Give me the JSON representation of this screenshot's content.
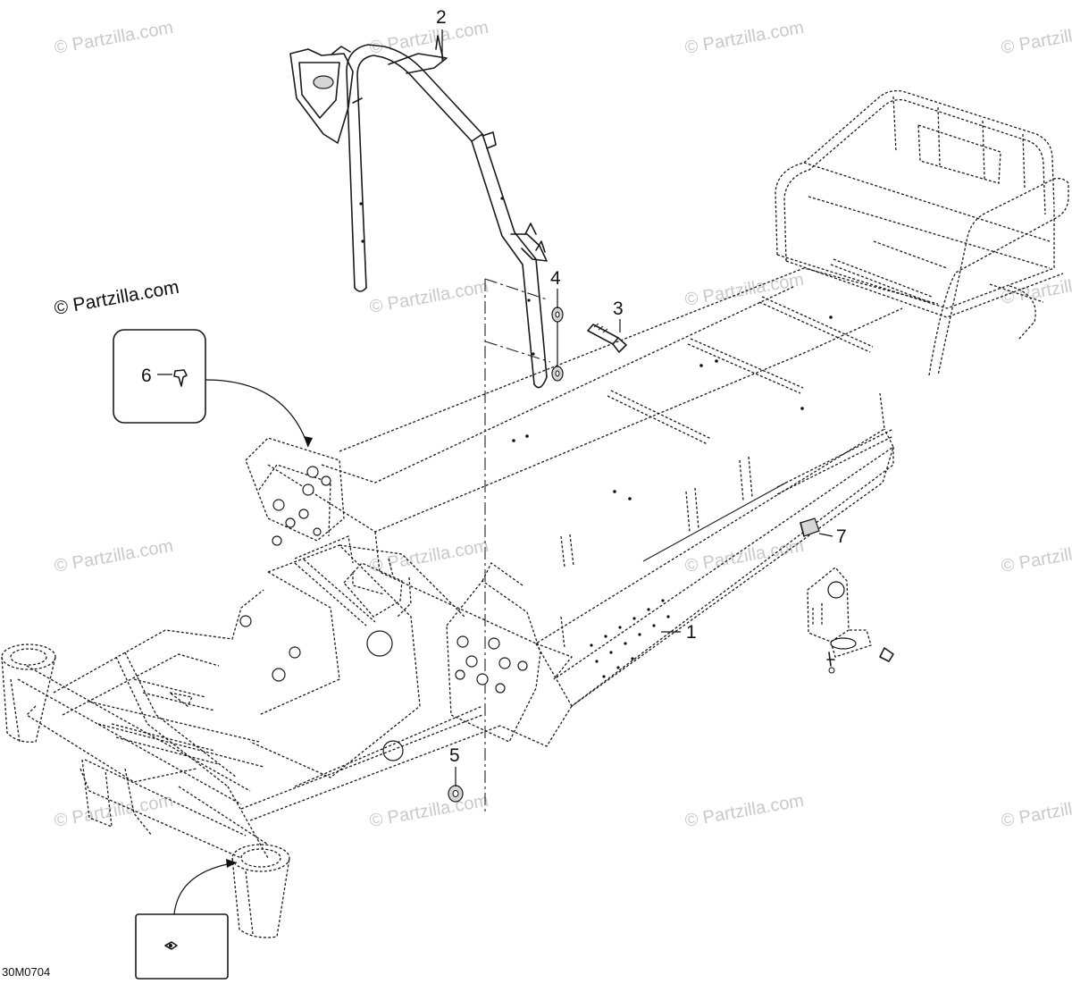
{
  "copyright": "© Partzilla.com",
  "watermark": "© Partzilla.com",
  "diagram_code": "30M0704",
  "callouts": {
    "c1": "1",
    "c2": "2",
    "c3": "3",
    "c4": "4",
    "c5": "5",
    "c6": "6",
    "c7": "7"
  }
}
